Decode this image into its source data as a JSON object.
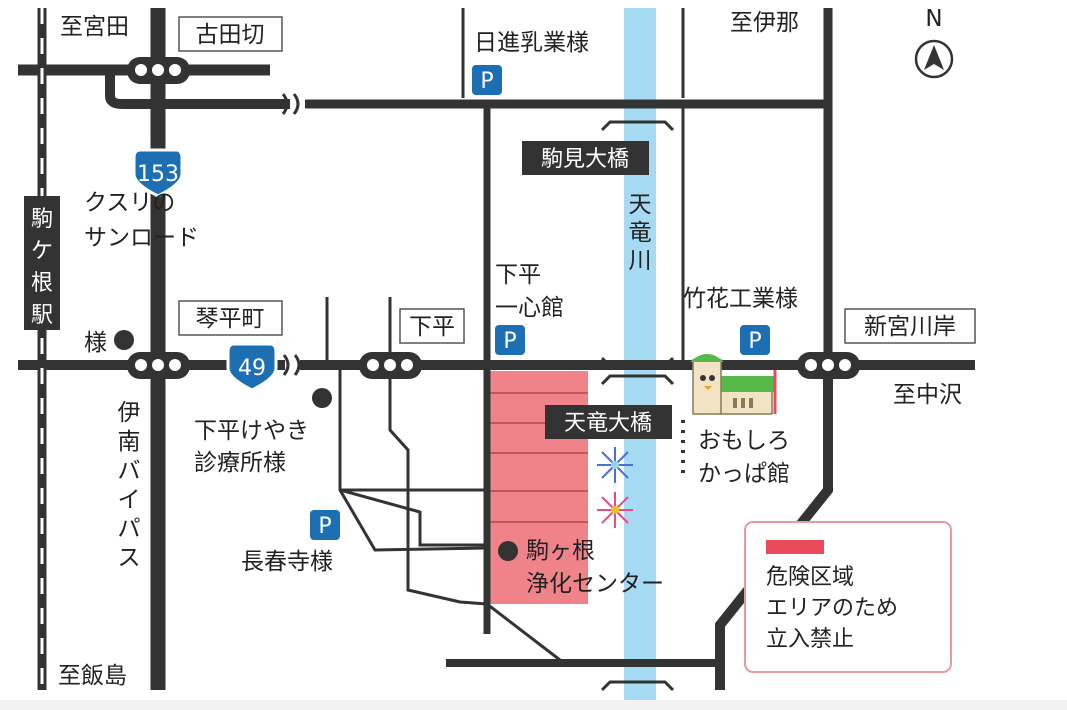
{
  "labels": {
    "miyada": "至宮田",
    "furutagiri": "古田切",
    "nisshin": "日進乳業様",
    "ina": "至伊那",
    "north": "N",
    "route153": "153",
    "komagane_station": "駒ケ根駅",
    "kusuri": [
      "クスリの",
      "サンロード",
      "様"
    ],
    "komimi_bridge": "駒見大橋",
    "tenryu_river": "天竜川",
    "shimodaira_isshin": [
      "下平",
      "一心館"
    ],
    "takehana": "竹花工業様",
    "kotohira": "琴平町",
    "shimodaira": "下平",
    "shinmiyagawagishi": "新宮川岸",
    "route49": "49",
    "nakazawa": "至中沢",
    "tenryu_bridge": "天竜大橋",
    "keyaki": [
      "下平けやき",
      "診療所様"
    ],
    "omoshiro": [
      "おもしろ",
      "かっぱ館"
    ],
    "ina_bypass": "伊南バイパス",
    "chosunji": "長春寺様",
    "jouka": [
      "駒ヶ根",
      "浄化センター"
    ],
    "iijima": "至飯島",
    "parking": "P"
  },
  "legend": {
    "lines": [
      "危険区域",
      "エリアのため",
      "立入禁止"
    ]
  },
  "colors": {
    "river": "#a6d9f2",
    "danger": "#f08389",
    "danger_legend": "#e94b5b",
    "parking": "#1d6fb4",
    "route_sign": "#1d6fb4",
    "road": "#333333",
    "legend_border": "#e69aa2",
    "label_dark": "#333333"
  },
  "icons": [
    "traffic-signal-icon",
    "parking-icon",
    "route-sign-icon",
    "compass-icon",
    "fireworks-icon",
    "kappa-building-icon",
    "place-dot-icon"
  ]
}
